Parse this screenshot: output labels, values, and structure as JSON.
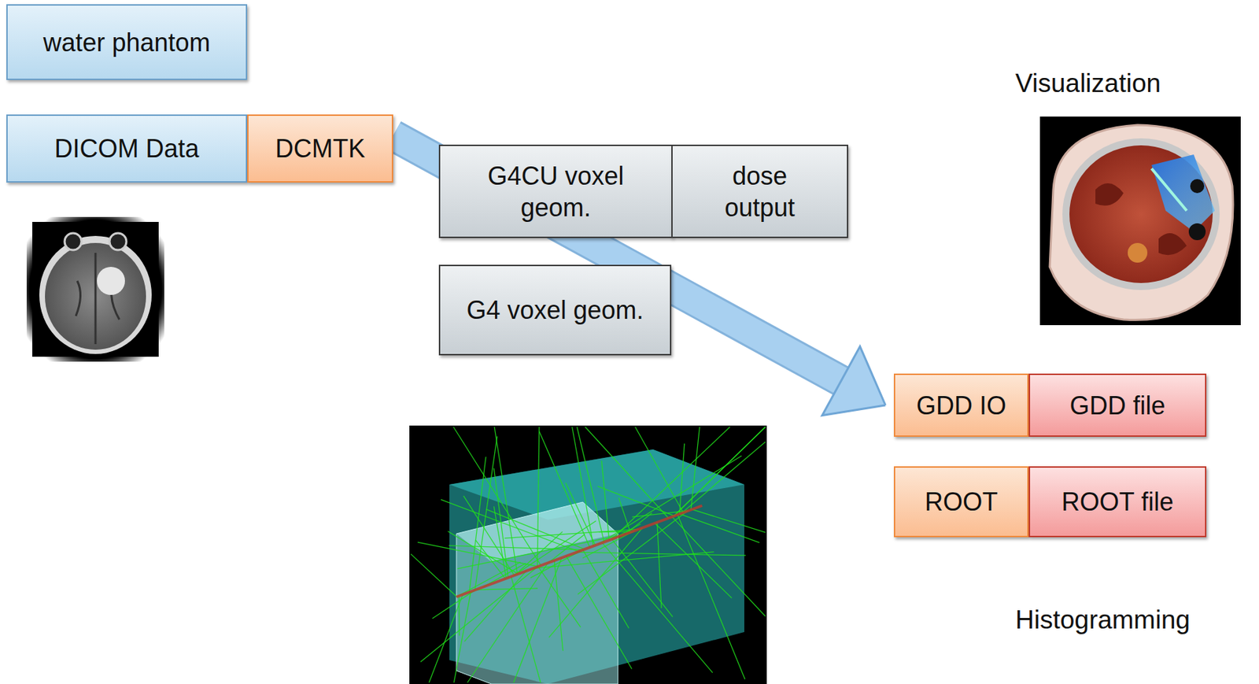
{
  "diagram": {
    "nodes": [
      {
        "text": [
          "water phantom"
        ]
      },
      {
        "text": [
          "DICOM Data"
        ]
      },
      {
        "text": [
          "DCMTK"
        ]
      },
      {
        "text": [
          "G4CU voxel geom."
        ]
      },
      {
        "text": [
          "dose output"
        ]
      },
      {
        "text": [
          "G4 voxel geom."
        ]
      },
      {
        "text": [
          "GDD IO"
        ]
      },
      {
        "text": [
          "GDD file"
        ]
      },
      {
        "text": [
          "ROOT"
        ]
      },
      {
        "text": [
          "ROOT file"
        ]
      }
    ],
    "edges": [
      {
        "from": 2,
        "to": 6,
        "arrow": "to"
      }
    ],
    "labels": [
      "Visualization",
      "Histogramming"
    ]
  }
}
